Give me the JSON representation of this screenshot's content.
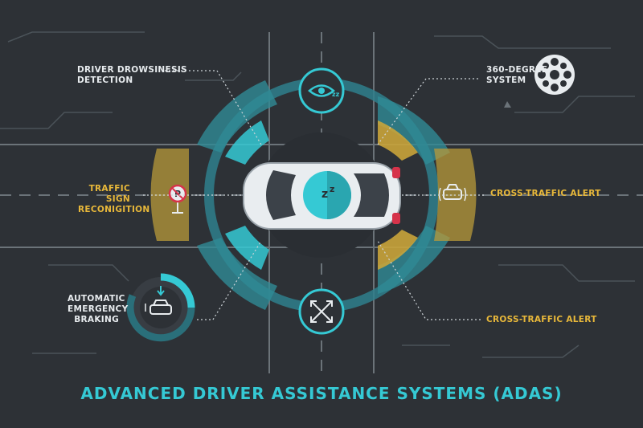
{
  "title": "ADVANCED DRIVER ASSISTANCE SYSTEMS (ADAS)",
  "labels": {
    "drowsiness": [
      "DRIVER DROWSINESIS",
      "DETECTION"
    ],
    "system360": [
      "360-DEGREE",
      "SYSTEM"
    ],
    "traffic_sign": [
      "TRAFFIC SIGN",
      "RECONIGITION"
    ],
    "cross_traffic_1": "CROSS-TRAFFIC ALERT",
    "braking": [
      "AUTOMATIC",
      "EMERGENCY",
      "BRAKING"
    ],
    "cross_traffic_2": "CROSS-TRAFFIC ALERT"
  },
  "icons": {
    "eye": "eye-zz-icon",
    "car": "car-top-view-icon",
    "sign": "no-parking-sign-icon",
    "cross": "cross-arrows-icon",
    "wheel": "wheel-360-icon",
    "car_alert": "car-signal-icon",
    "braking": "car-braking-icon",
    "sleep": "zz-icon"
  },
  "colors": {
    "background": "#2d3136",
    "cyan": "#35c9d4",
    "teal_ring": "#2f7f8c",
    "yellow": "#c9a43a",
    "label_white": "#e8ecef",
    "label_yellow": "#e8b83a"
  }
}
